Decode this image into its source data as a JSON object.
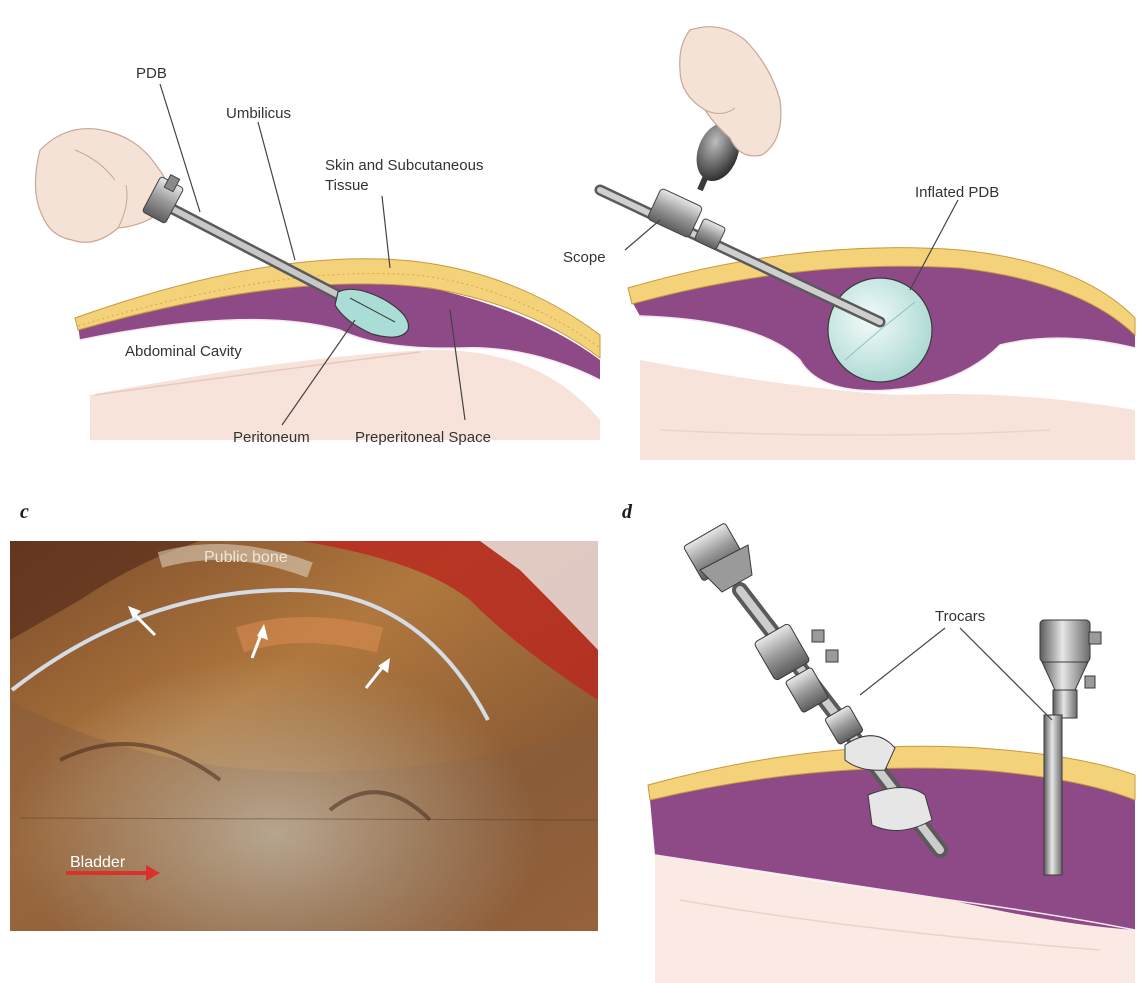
{
  "panel_a": {
    "labels": {
      "pdb": "PDB",
      "umbilicus": "Umbilicus",
      "skin_line1": "Skin and Subcutaneous",
      "skin_line2": "Tissue",
      "abdominal_cavity": "Abdominal Cavity",
      "peritoneum": "Peritoneum",
      "preperitoneal_space": "Preperitoneal Space"
    }
  },
  "panel_b": {
    "labels": {
      "scope": "Scope",
      "inflated_pdb": "Inflated PDB"
    }
  },
  "panel_c": {
    "letter": "c",
    "labels": {
      "pubic_bone": "Public bone",
      "bladder": "Bladder"
    }
  },
  "panel_d": {
    "letter": "d",
    "labels": {
      "trocars": "Trocars"
    }
  },
  "colors": {
    "skin_yellow": "#f3d27a",
    "preperitoneal_purple": "#8e4a86",
    "cavity_pink": "#f8e0d8",
    "balloon_teal": "#cfe9e6",
    "instrument_gray": "#b8b8b8",
    "photo_arrow_red": "#d8322a"
  }
}
